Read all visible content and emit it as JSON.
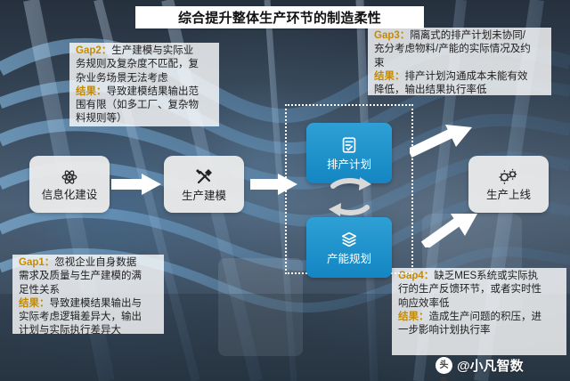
{
  "title": "综合提升整体生产环节的制造柔性",
  "panels": {
    "gap2": {
      "gap_label": "Gap2：",
      "gap_lines": [
        "生产建模与实际业",
        "务规则及复杂度不匹配，复",
        "杂业务场景无法考虑"
      ],
      "result_label": "结果：",
      "result_lines": [
        "导致建模结果输出范",
        "围有限（如多工厂、复杂物",
        "料规则等）"
      ]
    },
    "gap3": {
      "gap_label": "Gap3：",
      "gap_lines": [
        "隔离式的排产计划未协同/",
        "充分考虑物料/产能的实际情况及约",
        "束"
      ],
      "result_label": "结果：",
      "result_lines": [
        "排产计划沟通成本未能有效",
        "降低，输出结果执行率低"
      ]
    },
    "gap1": {
      "gap_label": "Gap1：",
      "gap_lines": [
        "忽视企业自身数据",
        "需求及质量与生产建模的满",
        "足性关系"
      ],
      "result_label": "结果：",
      "result_lines": [
        "导致建模结果输出与",
        "实际考虑逻辑差异大，输出",
        "计划与实际执行差异大"
      ]
    },
    "gap4": {
      "gap_label": "Gap4：",
      "gap_lines": [
        "缺乏MES系统或实际执",
        "行的生产反馈环节，或者实时性",
        "响应效率低"
      ],
      "result_label": "结果：",
      "result_lines": [
        "造成生产问题的积压，进",
        "一步影响计划执行率"
      ]
    }
  },
  "nodes": {
    "info": "信息化建设",
    "model": "生产建模",
    "launch": "生产上线"
  },
  "tiles": {
    "schedule": "排产计划",
    "plan": "产能规划"
  },
  "watermark": {
    "logo": "头条",
    "text": "@小凡智数"
  },
  "colors": {
    "highlight": "#c58a00",
    "tile_blue": "#1386c3",
    "node_gray": "#ebebeb",
    "panel_white": "#ffffff"
  },
  "icons": {
    "info": "atom-icon",
    "model": "tools-icon",
    "launch": "gears-icon",
    "schedule": "document-check-icon",
    "plan": "layers-icon",
    "cycle": "refresh-cycle-icon"
  }
}
